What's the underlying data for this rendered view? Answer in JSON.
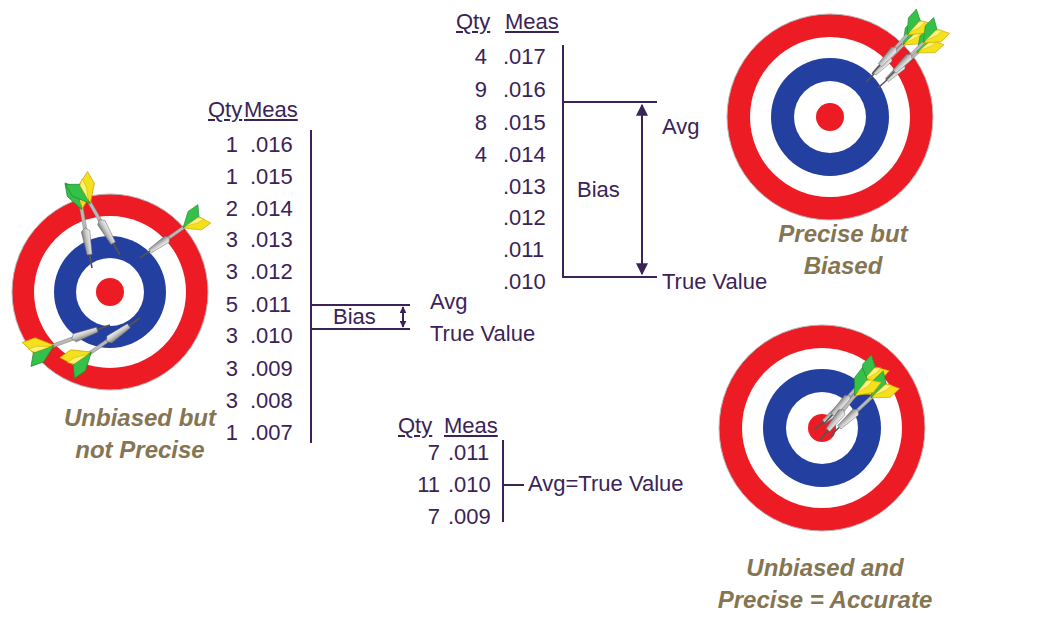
{
  "diagram": {
    "labels": [
      "Qty",
      "Meas",
      "4",
      ".017",
      "9",
      ".016",
      "8",
      ".015",
      "4",
      ".014",
      ".013",
      ".012",
      ".011",
      ".010",
      "Avg",
      "Bias",
      "True Value",
      "Precise but Biased",
      "Qty",
      "Meas",
      "1",
      ".016",
      "1",
      ".015",
      "2",
      ".014",
      "3",
      ".013",
      "3",
      ".012",
      "5",
      ".011",
      "3",
      ".010",
      "3",
      ".009",
      "3",
      ".008",
      "1",
      ".007",
      "Bias",
      "Avg",
      "True Value",
      "Unbiased but not Precise",
      "Qty",
      "Meas",
      "7",
      ".011",
      "11",
      ".010",
      "7",
      ".009",
      "Avg=True Value",
      "Unbiased and Precise = Accurate"
    ]
  }
}
